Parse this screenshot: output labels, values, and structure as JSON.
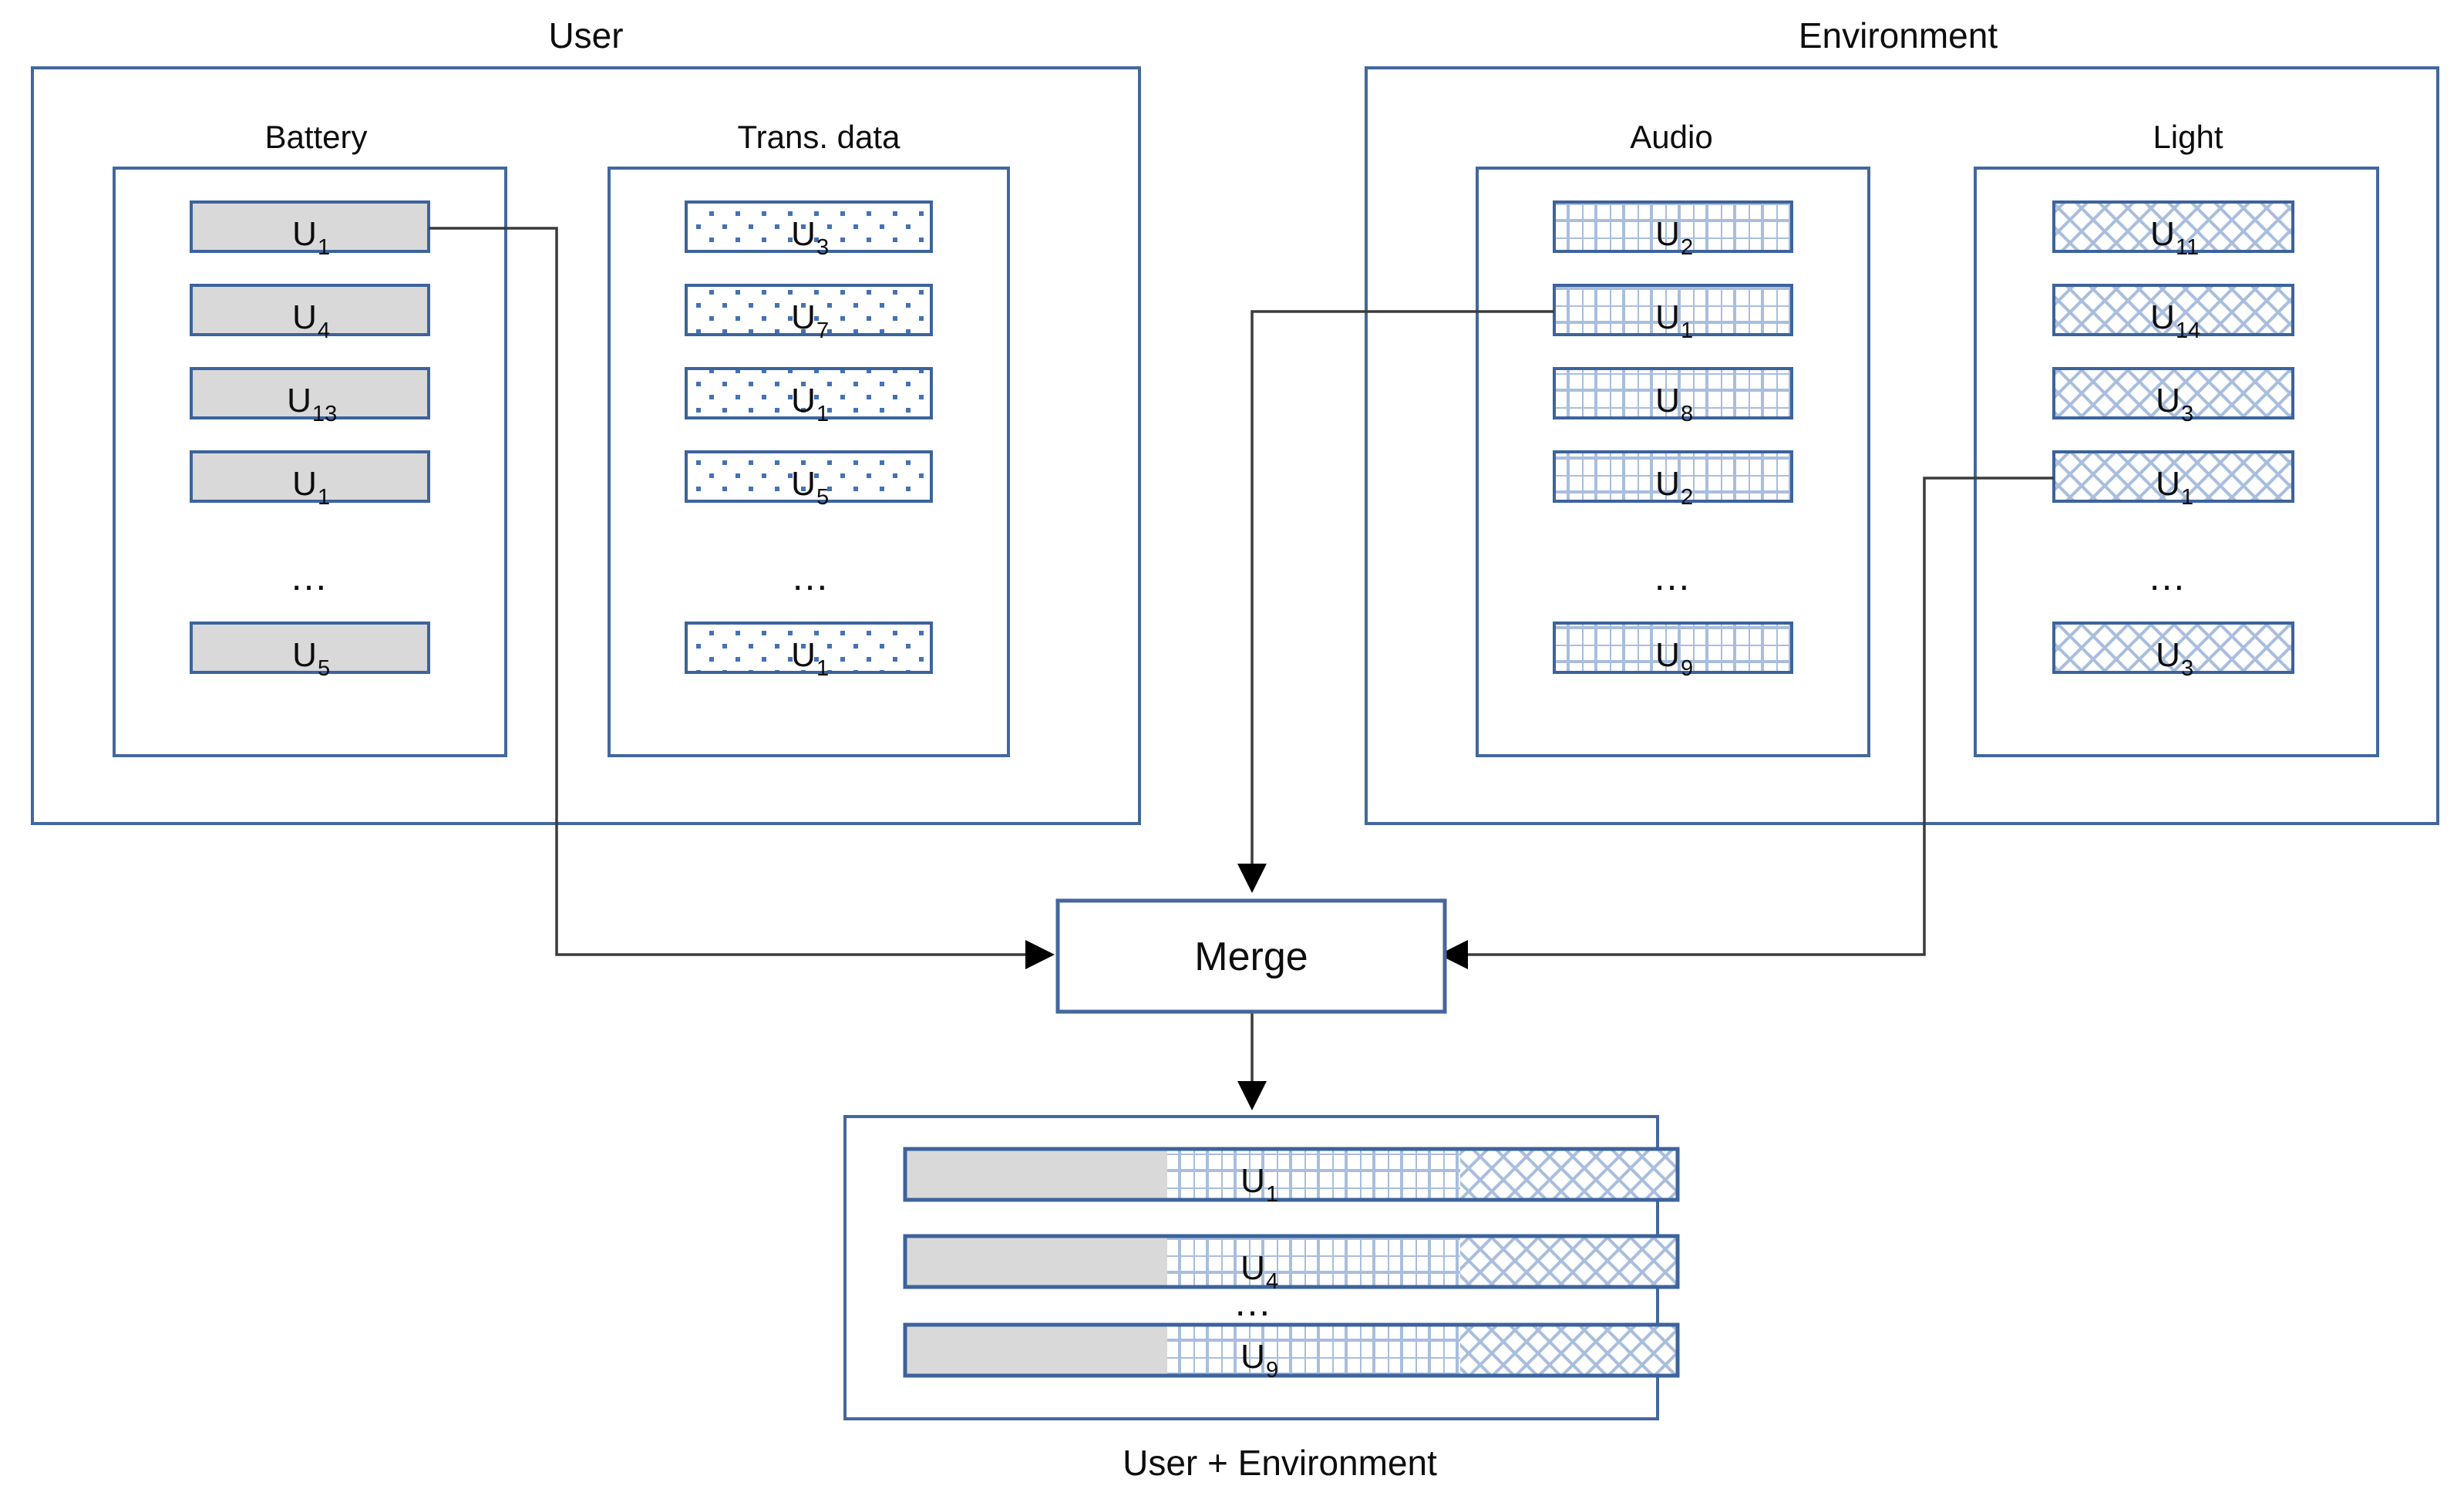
{
  "groups": [
    {
      "name": "user-group",
      "title": "User",
      "columns": [
        {
          "name": "battery-column",
          "title": "Battery",
          "fill": "solid-gray",
          "units": [
            "U",
            "U",
            "U",
            "U",
            "U"
          ],
          "subs": [
            "1",
            "4",
            "13",
            "1",
            "5"
          ],
          "ellipsis": "…"
        },
        {
          "name": "trans-data-column",
          "title": "Trans. data",
          "fill": "dotted",
          "units": [
            "U",
            "U",
            "U",
            "U",
            "U"
          ],
          "subs": [
            "3",
            "7",
            "1",
            "5",
            "1"
          ],
          "ellipsis": "…"
        }
      ]
    },
    {
      "name": "environment-group",
      "title": "Environment",
      "columns": [
        {
          "name": "audio-column",
          "title": "Audio",
          "fill": "grid",
          "units": [
            "U",
            "U",
            "U",
            "U",
            "U"
          ],
          "subs": [
            "2",
            "1",
            "8",
            "2",
            "9"
          ],
          "ellipsis": "…"
        },
        {
          "name": "light-column",
          "title": "Light",
          "fill": "diagonal-crosshatch",
          "units": [
            "U",
            "U",
            "U",
            "U",
            "U"
          ],
          "subs": [
            "11",
            "14",
            "3",
            "1",
            "3"
          ],
          "ellipsis": "…"
        }
      ]
    }
  ],
  "merge": {
    "label": "Merge"
  },
  "output": {
    "caption": "User + Environment",
    "units": [
      "U",
      "U",
      "U"
    ],
    "subs": [
      "1",
      "4",
      "9"
    ],
    "ellipsis": "…",
    "segments": [
      "solid-gray",
      "grid",
      "diagonal-crosshatch"
    ]
  },
  "colors": {
    "border_blue": "#43679E",
    "unit_border_blue": "#3C639C",
    "gray_fill": "#D9D9D9",
    "pattern_blue": "#A9BEDD",
    "pattern_dot_blue": "#4472B4",
    "connector": "#3B3B3B",
    "text": "#0D0D0D",
    "background": "#FFFFFF"
  }
}
